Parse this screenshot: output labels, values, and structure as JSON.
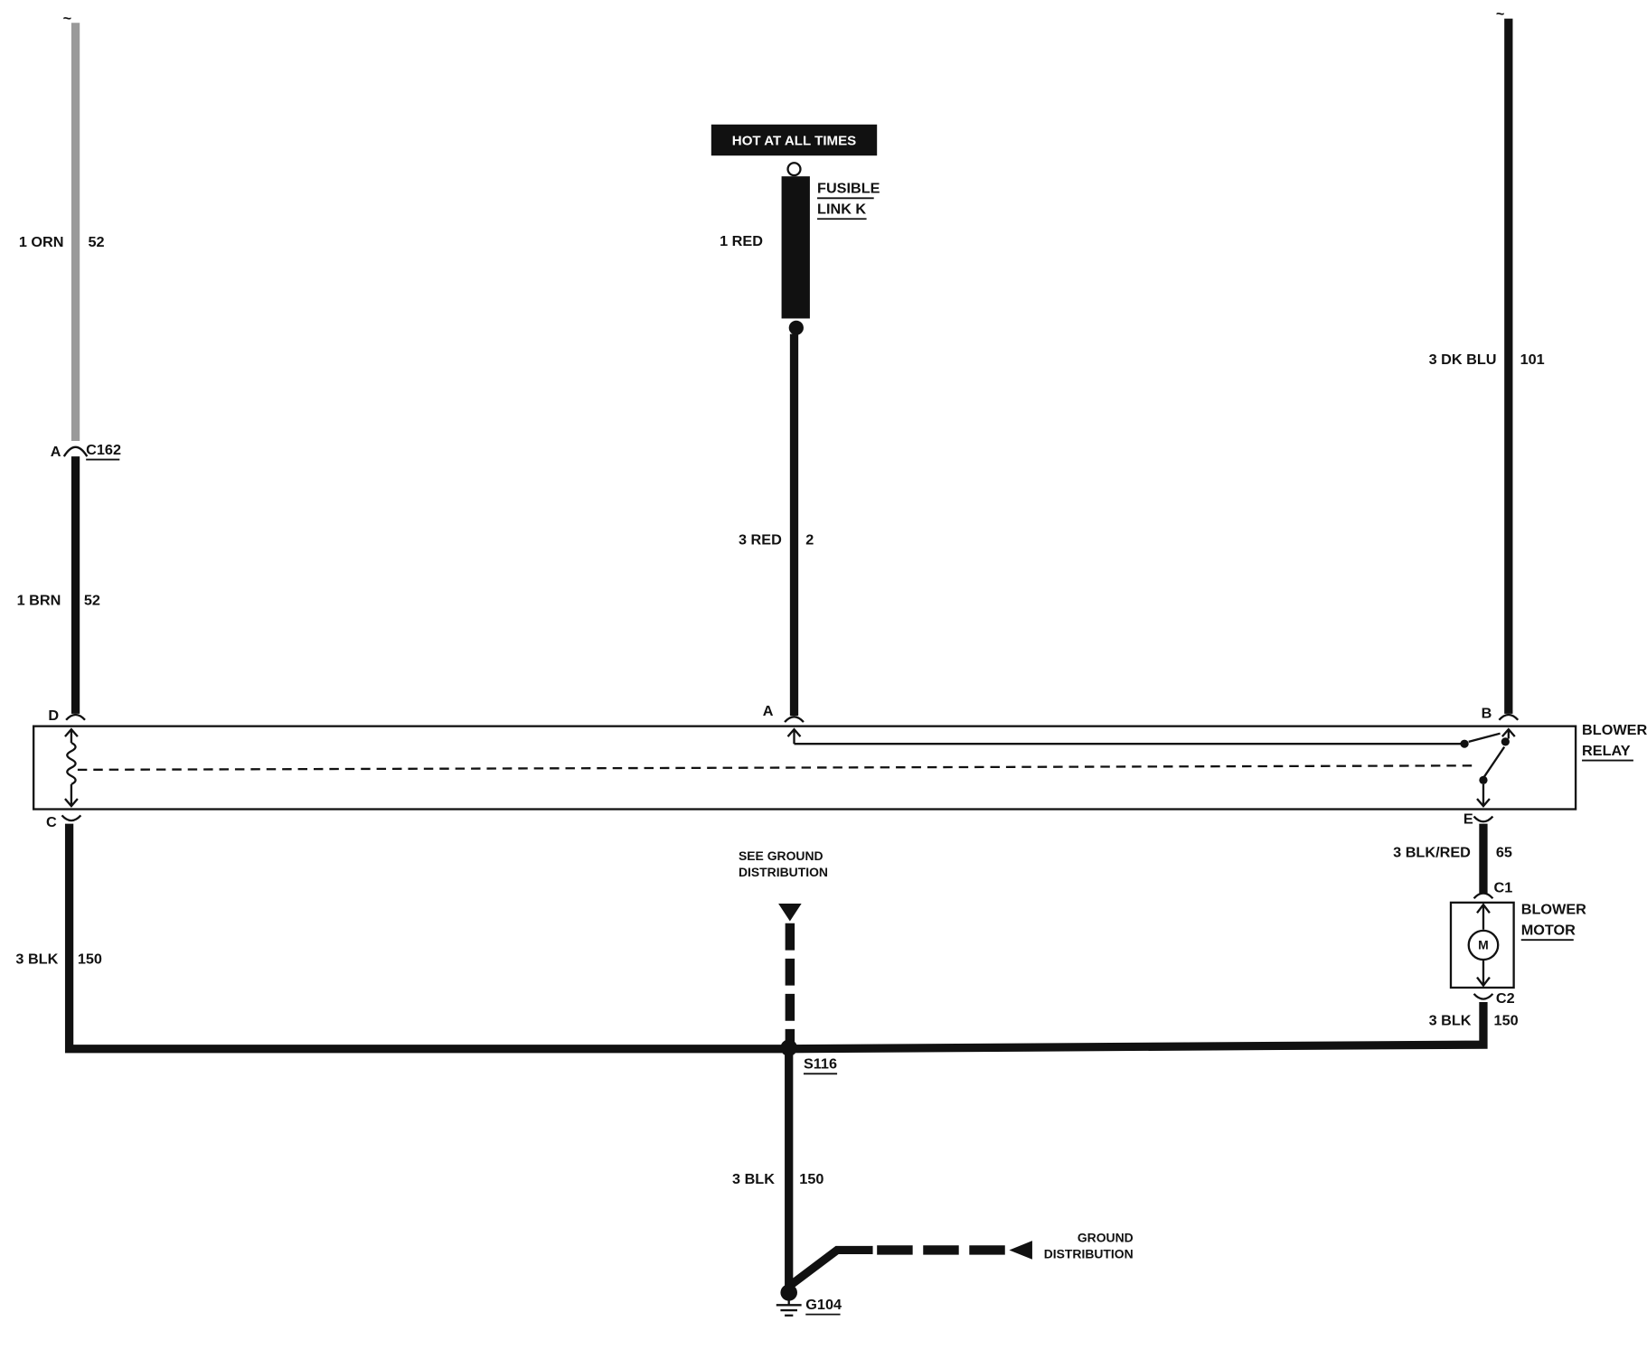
{
  "header": {
    "hot_label": "HOT AT ALL TIMES"
  },
  "fusible_link": {
    "line1": "FUSIBLE",
    "line2": "LINK K"
  },
  "wires": {
    "w_orn": {
      "gauge": "1 ORN",
      "circuit": "52"
    },
    "w_brn": {
      "gauge": "1 BRN",
      "circuit": "52"
    },
    "w_red1": {
      "gauge": "1 RED"
    },
    "w_red3": {
      "gauge": "3 RED",
      "circuit": "2"
    },
    "w_dkblu": {
      "gauge": "3 DK BLU",
      "circuit": "101"
    },
    "w_blk_left": {
      "gauge": "3 BLK",
      "circuit": "150"
    },
    "w_blkred": {
      "gauge": "3 BLK/RED",
      "circuit": "65"
    },
    "w_blk_right": {
      "gauge": "3 BLK",
      "circuit": "150"
    },
    "w_blk_center": {
      "gauge": "3 BLK",
      "circuit": "150"
    }
  },
  "connectors": {
    "c162": "C162",
    "c162_pin": "A",
    "relay_pin_d": "D",
    "relay_pin_a": "A",
    "relay_pin_b": "B",
    "relay_pin_c": "C",
    "relay_pin_e": "E",
    "motor_c1": "C1",
    "motor_c2": "C2"
  },
  "components": {
    "relay_line1": "BLOWER",
    "relay_line2": "RELAY",
    "motor_line1": "BLOWER",
    "motor_line2": "MOTOR",
    "motor_symbol": "M"
  },
  "ground": {
    "see_line1": "SEE GROUND",
    "see_line2": "DISTRIBUTION",
    "splice": "S116",
    "ground_point": "G104",
    "dist_line1": "GROUND",
    "dist_line2": "DISTRIBUTION"
  },
  "colors": {
    "wire": "#111111",
    "orange_wire": "#9a9a9a",
    "background": "#ffffff"
  }
}
